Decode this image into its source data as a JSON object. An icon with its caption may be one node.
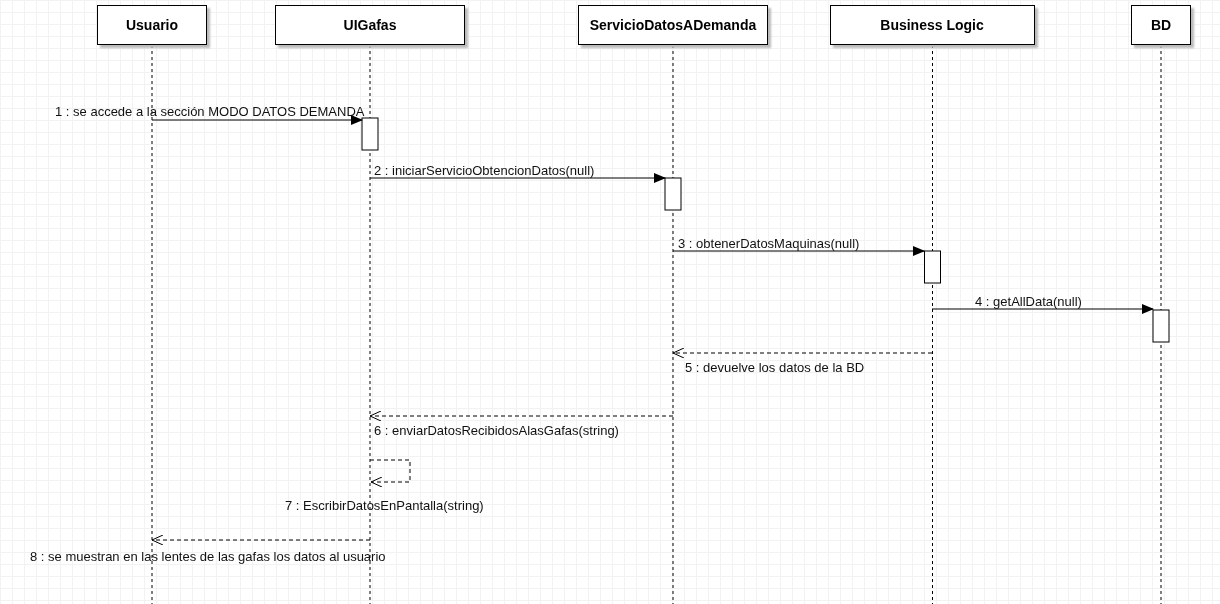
{
  "diagram": {
    "nodes": [
      {
        "text": [
          "Usuario"
        ]
      },
      {
        "text": [
          "UIGafas"
        ]
      },
      {
        "text": [
          "ServicioDatosADemanda"
        ]
      },
      {
        "text": [
          "Business Logic"
        ]
      },
      {
        "text": [
          "BD"
        ]
      }
    ],
    "edges": [
      {
        "from": 0,
        "to": 1,
        "arrow": "to",
        "label": "1 : se accede a la sección MODO DATOS DEMANDA"
      },
      {
        "from": 1,
        "to": 2,
        "arrow": "to",
        "label": "2 : iniciarServicioObtencionDatos(null)"
      },
      {
        "from": 2,
        "to": 3,
        "arrow": "to",
        "label": "3 : obtenerDatosMaquinas(null)"
      },
      {
        "from": 3,
        "to": 4,
        "arrow": "to",
        "label": "4 : getAllData(null)"
      },
      {
        "from": 3,
        "to": 2,
        "arrow": "to",
        "label": "5 : devuelve los datos de la BD",
        "style": "dashed"
      },
      {
        "from": 2,
        "to": 1,
        "arrow": "to",
        "label": "6 : enviarDatosRecibidosAlasGafas(string)",
        "style": "dashed"
      },
      {
        "from": 1,
        "to": 1,
        "arrow": "to",
        "label": "7 : EscribirDatosEnPantalla(string)",
        "style": "dashed"
      },
      {
        "from": 1,
        "to": 0,
        "arrow": "to",
        "label": "8 : se muestran en las lentes de las gafas los datos al usuario",
        "style": "dashed"
      }
    ]
  }
}
